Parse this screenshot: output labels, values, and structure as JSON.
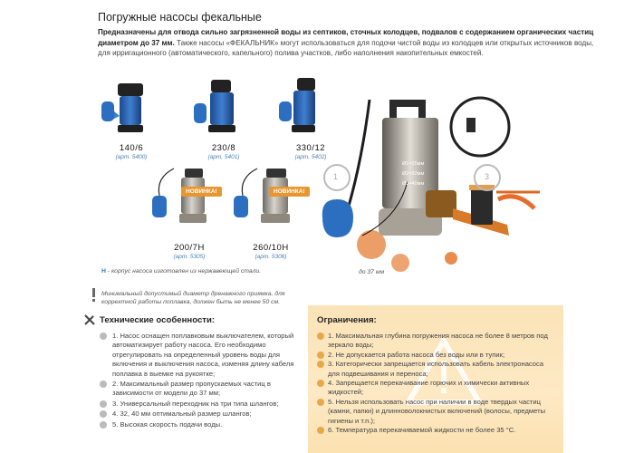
{
  "title": "Погружные насосы фекальные",
  "intro": {
    "bold": "Предназначены для отвода сильно загрязненной воды из септиков, сточных колодцев, подвалов с содержанием органических частиц диаметром до 37 мм.",
    "rest": " Также насосы «ФЕКАЛЬНИК» могут использоваться для подочи чистой воды из колодцев или открытых источников воды, для ирригационного (автоматического, капельного) полива участков, либо наполнения накопительных емкостей."
  },
  "pumps": [
    {
      "model": "140/6",
      "art": "(арт. 5400)"
    },
    {
      "model": "230/8",
      "art": "(арт. 5401)"
    },
    {
      "model": "330/12",
      "art": "(арт. 5402)"
    },
    {
      "model": "200/7Н",
      "art": "(арт. 5305)"
    },
    {
      "model": "260/10Н",
      "art": "(арт. 5306)"
    }
  ],
  "badges": {
    "new1": "НОВИНКА!",
    "new2": "НОВИНКА!"
  },
  "note_h": {
    "letter": "Н",
    "text": " - корпус насоса изготовлен из нержавеющей стали."
  },
  "note_min": "Минимальный допустимый диаметр дренажного приямка, для корректной работы поплавка, должен быть не менее 50 см.",
  "diagram": {
    "callout1": "1",
    "callout3": "3",
    "size": "до 37 мм",
    "labels": [
      "Ø1=25мм",
      "Ø2=32мм",
      "Ø3=40мм"
    ]
  },
  "features": {
    "title": "Технические особенности:",
    "items": [
      "1. Насос оснащен поплавковым выключателем, который автоматизирует работу насоса. Его необходимо отрегулировать на определенный уровень воды для включения и выключения насоса, изменяя длину кабеля поплавка в выемке на рукоятке;",
      "2. Максимальный размер пропускаемых частиц в зависимости от модели до 37 мм;",
      "3. Универсальный переходник на три типа шлангов;",
      "4. 32, 40 мм оптимальный размер шлангов;",
      "5. Высокая скорость подачи воды."
    ]
  },
  "warnings": {
    "title": "Ограничения:",
    "items": [
      "1. Максимальная глубина погружения насоса не более 8 метров под зеркало воды;",
      "2. Не допускается работа насоса без воды или в тупик;",
      "3. Категорически запрещается использовать кабель электронасоса для подвешивания и переноса;",
      "4. Запрещается перекачивание горючих и химически активных жидкостей;",
      "5. Нельзя использовать насос при наличии в воде твердых частиц (камни, папки) и длинноволокнистых включений (волосы, предметы гигиены и т.п.);",
      "6. Температура перекачиваемой жидкости не более 35 °С."
    ]
  },
  "colors": {
    "accent": "#e8962f",
    "blue": "#2a79c0",
    "warn_bg": "#fbe3b8"
  }
}
